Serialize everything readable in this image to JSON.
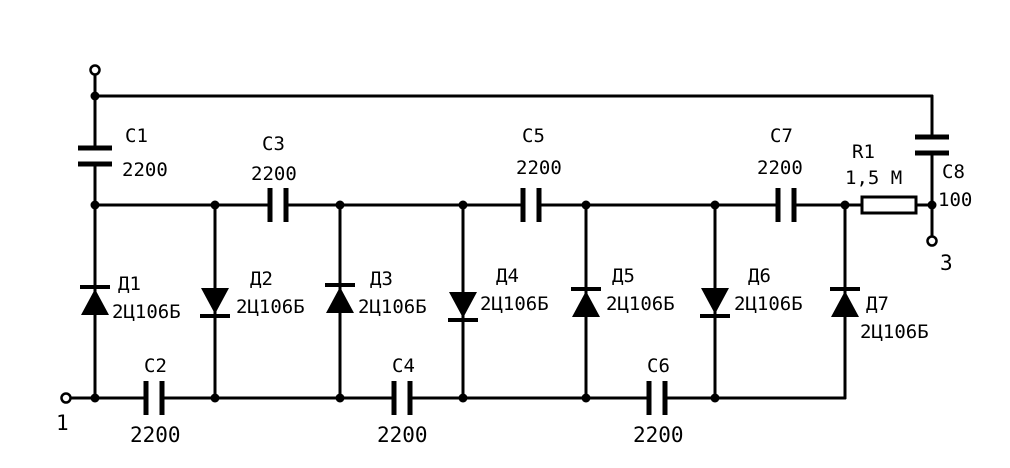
{
  "terminals": {
    "t1": "1",
    "t3": "3"
  },
  "capacitors": {
    "c1": {
      "name": "C1",
      "value": "2200"
    },
    "c2": {
      "name": "C2",
      "value": "2200"
    },
    "c3": {
      "name": "C3",
      "value": "2200"
    },
    "c4": {
      "name": "C4",
      "value": "2200"
    },
    "c5": {
      "name": "C5",
      "value": "2200"
    },
    "c6": {
      "name": "C6",
      "value": "2200"
    },
    "c7": {
      "name": "C7",
      "value": "2200"
    },
    "c8": {
      "name": "C8",
      "value": "100"
    }
  },
  "resistor": {
    "name": "R1",
    "value": "1,5 M"
  },
  "diodes": {
    "d1": {
      "name": "Д1",
      "type": "2Ц106Б"
    },
    "d2": {
      "name": "Д2",
      "type": "2Ц106Б"
    },
    "d3": {
      "name": "Д3",
      "type": "2Ц106Б"
    },
    "d4": {
      "name": "Д4",
      "type": "2Ц106Б"
    },
    "d5": {
      "name": "Д5",
      "type": "2Ц106Б"
    },
    "d6": {
      "name": "Д6",
      "type": "2Ц106Б"
    },
    "d7": {
      "name": "Д7",
      "type": "2Ц106Б"
    }
  }
}
